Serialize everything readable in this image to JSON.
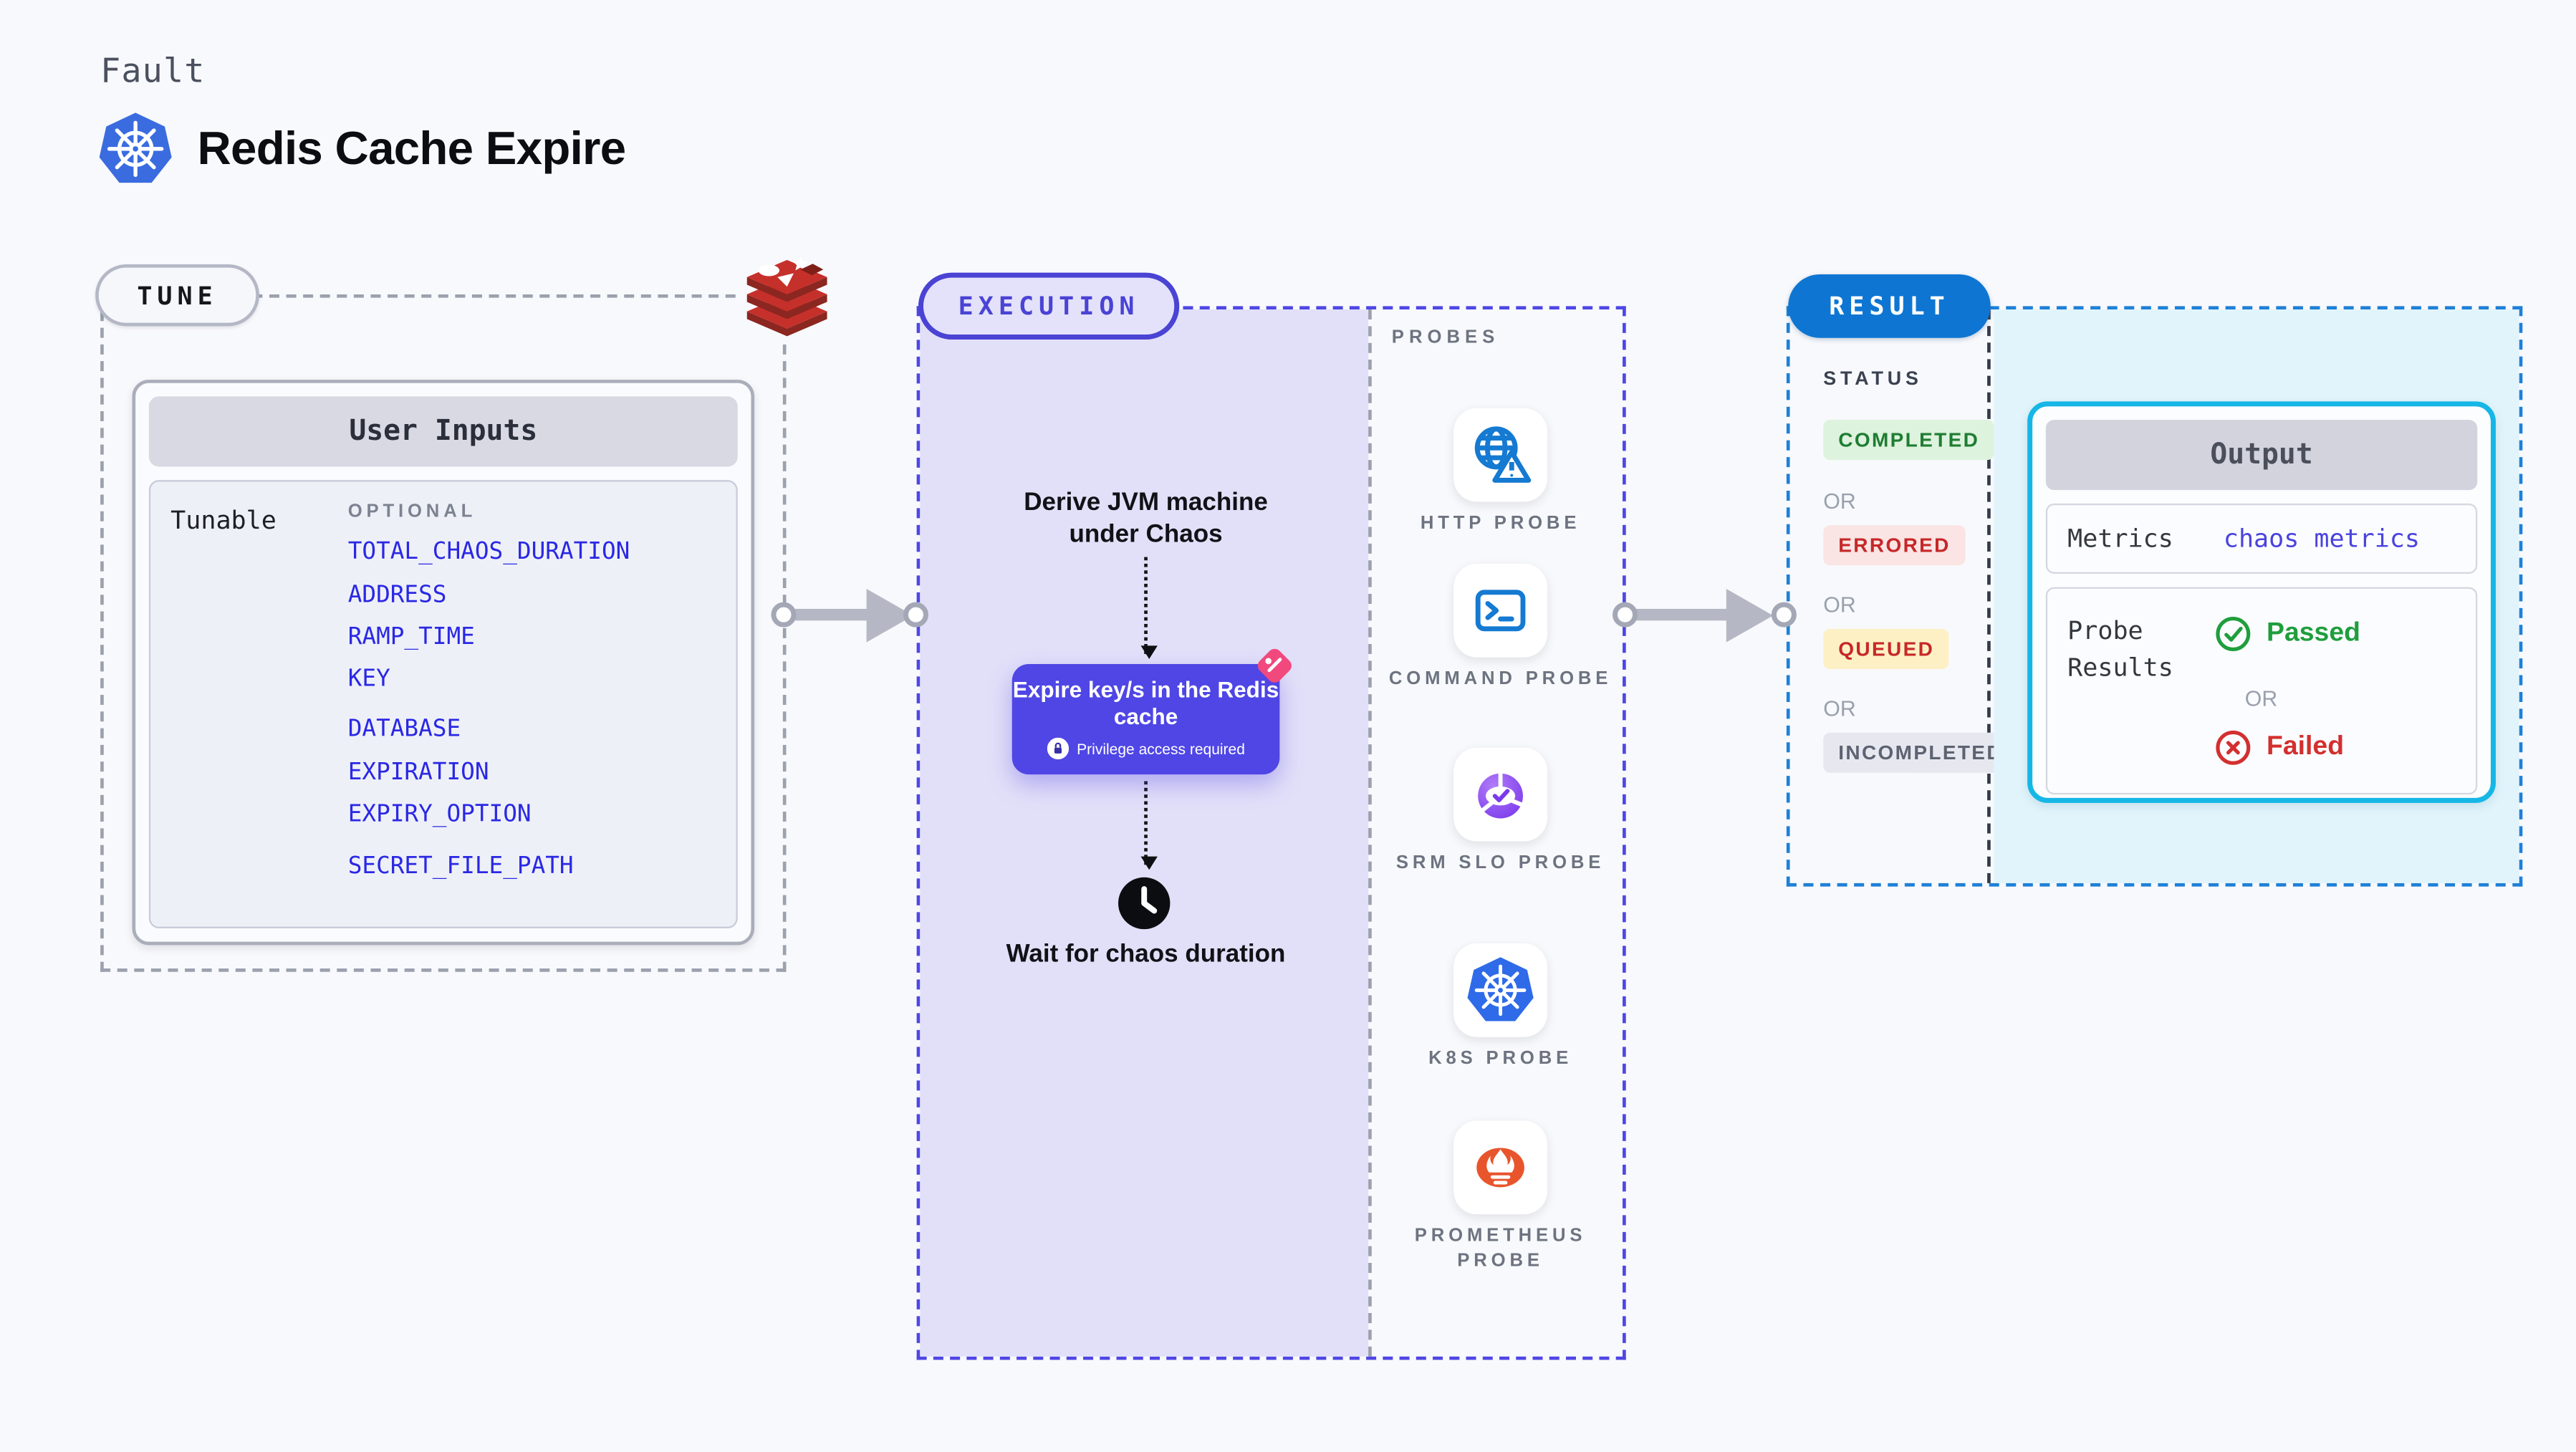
{
  "header": {
    "kicker": "Fault",
    "title": "Redis Cache Expire"
  },
  "tune": {
    "badge": "TUNE",
    "card_title": "User Inputs",
    "group_label": "Tunable",
    "optional_label": "OPTIONAL",
    "inputs": [
      "TOTAL_CHAOS_DURATION",
      "ADDRESS",
      "RAMP_TIME",
      "KEY",
      "DATABASE",
      "EXPIRATION",
      "EXPIRY_OPTION",
      "SECRET_FILE_PATH"
    ]
  },
  "execution": {
    "badge": "EXECUTION",
    "step1": "Derive JVM machine under Chaos",
    "action": {
      "title": "Expire key/s in the Redis cache",
      "note": "Privilege access required"
    },
    "step3": "Wait for chaos duration"
  },
  "probes": {
    "label": "PROBES",
    "items": [
      {
        "name": "HTTP PROBE",
        "icon": "globe-alert-icon"
      },
      {
        "name": "COMMAND PROBE",
        "icon": "terminal-icon"
      },
      {
        "name": "SRM SLO PROBE",
        "icon": "gauge-check-icon"
      },
      {
        "name": "K8S PROBE",
        "icon": "kubernetes-icon"
      },
      {
        "name": "PROMETHEUS PROBE",
        "icon": "prometheus-icon"
      }
    ]
  },
  "result": {
    "badge": "RESULT",
    "status_label": "STATUS",
    "or_label": "OR",
    "statuses": [
      {
        "label": "COMPLETED",
        "fg": "#1e7d32",
        "bg": "#ddf3de"
      },
      {
        "label": "ERRORED",
        "fg": "#c62828",
        "bg": "#fbe4e4"
      },
      {
        "label": "QUEUED",
        "fg": "#c62828",
        "bg": "#fdf0c5"
      },
      {
        "label": "INCOMPLETED",
        "fg": "#5d6372",
        "bg": "#e7e8ef"
      }
    ],
    "output": {
      "title": "Output",
      "metrics_label": "Metrics",
      "metrics_value": "chaos metrics",
      "probe_results_label": "Probe Results",
      "passed_label": "Passed",
      "or_label": "OR",
      "failed_label": "Failed"
    }
  },
  "colors": {
    "accent_indigo": "#4f46e5",
    "accent_blue": "#0e76d2",
    "cyan_border": "#16b7e6",
    "link_blue": "#2a28e4",
    "passed_green": "#1f9e3d",
    "failed_red": "#d32f2f",
    "lavender_fill": "#e2e0f8",
    "cyan_fill": "#e1f4fb"
  }
}
